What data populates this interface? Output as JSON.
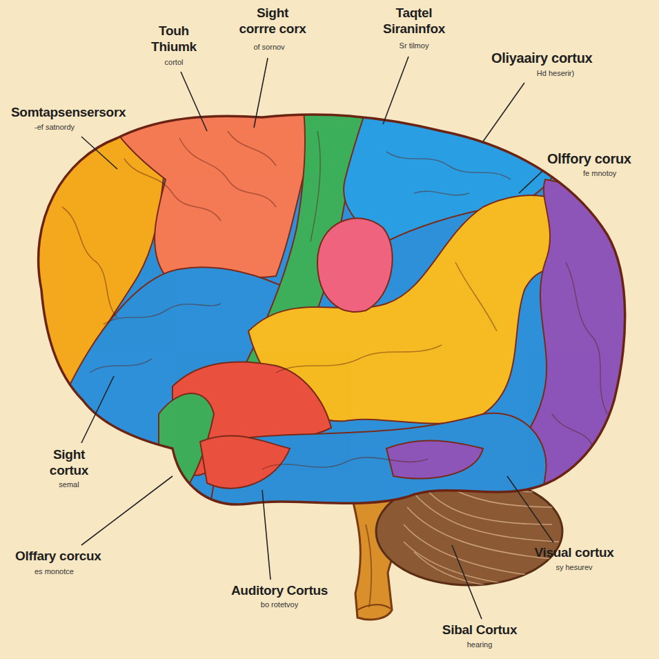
{
  "diagram": {
    "labels": [
      "Touh Thiumk",
      "cortol",
      "Sight corrre corx",
      "of sornov",
      "Taqtel Siraninfox",
      "Sr tilmoy",
      "Oliyaairy cortux",
      "Hd heserir)",
      "Somtapsensersorx",
      "-ef satnordy",
      "Olffory corux",
      "fe mnotoy",
      "Sight cortux",
      "semal",
      "Olffary corcux",
      "es monotce",
      "Auditory Cortus",
      "bo rotetvoy",
      "Visual cortux",
      "sy hesurev",
      "Sibal Cortux",
      "hearing"
    ]
  }
}
